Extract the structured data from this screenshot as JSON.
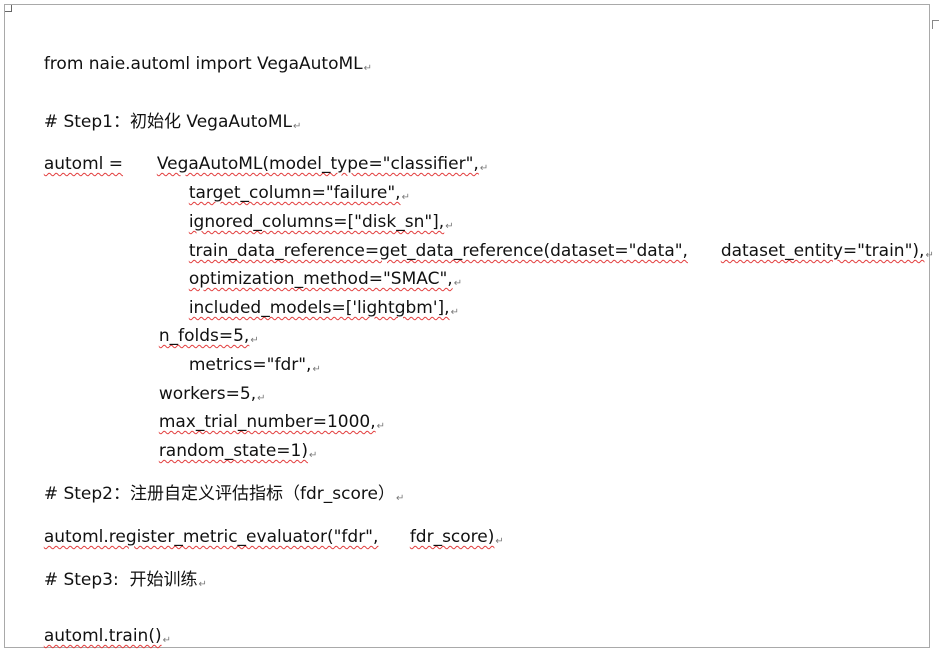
{
  "code": {
    "line01": "from naie.automl import VegaAutoML",
    "step1_comment": "# Step1：初始化 VegaAutoML",
    "automl_assign": "automl =",
    "vega_call": "VegaAutoML(model_type=\"classifier\",",
    "target_column": "target_column=\"failure\",",
    "ignored_columns": "ignored_columns=[\"disk_sn\"],",
    "train_data_ref": "train_data_reference=get_data_reference(dataset=\"data\",",
    "dataset_entity": "dataset_entity=\"train\"),",
    "optimization": "optimization_method=\"SMAC\",",
    "included_models": "included_models=['lightgbm'],",
    "n_folds": "n_folds=5,",
    "metrics": "metrics=\"fdr\",",
    "workers": "workers=5,",
    "max_trial": "max_trial_number=1000,",
    "random_state": "random_state=1)",
    "step2_comment": "# Step2：注册自定义评估指标（fdr_score）",
    "register_a": "automl.register_metric_evaluator(\"fdr\",",
    "register_b": "fdr_score)",
    "step3_comment": "# Step3:  开始训练",
    "train_call": "automl.train()"
  },
  "paragraph_mark": "↵"
}
